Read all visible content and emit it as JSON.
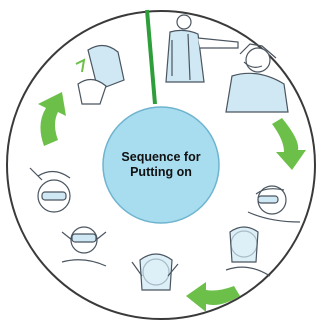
{
  "center": {
    "line1": "Sequence for",
    "line2": "Putting on"
  },
  "steps": [
    {
      "name": "gown",
      "icon": "gown-icon"
    },
    {
      "name": "mask",
      "icon": "mask-icon"
    },
    {
      "name": "goggles",
      "icon": "goggles-icon"
    },
    {
      "name": "face-shield",
      "icon": "face-shield-icon"
    },
    {
      "name": "gloves",
      "icon": "gloves-icon"
    }
  ],
  "colors": {
    "ring_border": "#3a3a3a",
    "ring_fill": "#ffffff",
    "center_fill": "#a8dcef",
    "center_border": "#6fb4cf",
    "arrow": "#6cc04a",
    "divider": "#2e9e3a",
    "sketch": "#4a5560",
    "ppe_blue": "#cfe8f3"
  }
}
